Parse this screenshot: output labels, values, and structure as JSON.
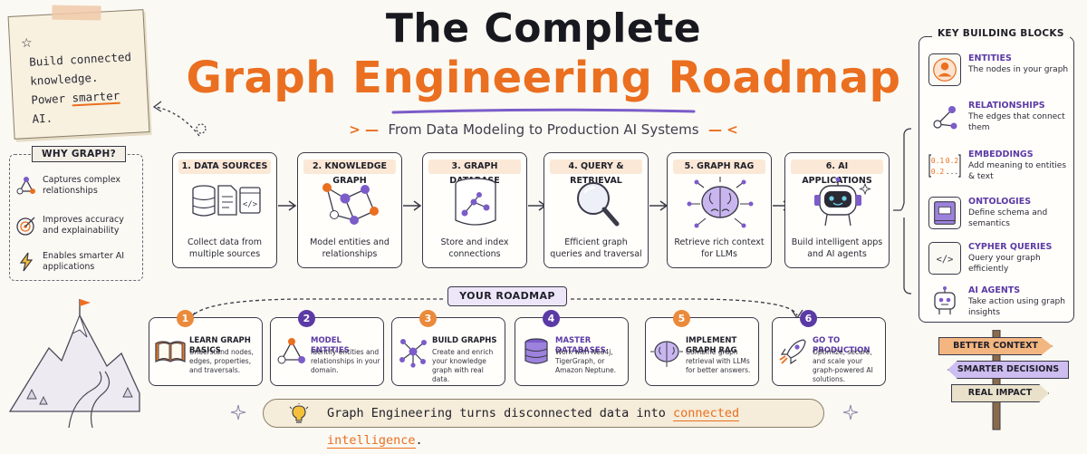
{
  "title": {
    "line1": "The Complete",
    "line2": "Graph Engineering Roadmap",
    "subtitle": "From Data Modeling to Production AI Systems"
  },
  "sticky": {
    "line1": "Build connected",
    "line2": "knowledge.",
    "line3_prefix": "Power ",
    "line3_emph": "smarter",
    "line4": "AI."
  },
  "why": {
    "title": "WHY GRAPH?",
    "items": [
      {
        "icon": "graph-nodes-icon",
        "text": "Captures complex relationships"
      },
      {
        "icon": "target-icon",
        "text": "Improves accuracy and explainability"
      },
      {
        "icon": "lightning-icon",
        "text": "Enables smarter AI applications"
      }
    ]
  },
  "pipeline": [
    {
      "label": "1. DATA SOURCES",
      "desc": "Collect data from multiple sources",
      "icon": "data-sources-icon"
    },
    {
      "label": "2. KNOWLEDGE GRAPH",
      "desc": "Model entities and relationships",
      "icon": "knowledge-graph-icon"
    },
    {
      "label": "3. GRAPH DATABASE",
      "desc": "Store and index connections",
      "icon": "graph-database-icon"
    },
    {
      "label": "4. QUERY & RETRIEVAL",
      "desc": "Efficient graph queries and traversal",
      "icon": "magnifier-icon"
    },
    {
      "label": "5. GRAPH RAG",
      "desc": "Retrieve rich context for LLMs",
      "icon": "brain-network-icon"
    },
    {
      "label": "6. AI APPLICATIONS",
      "desc": "Build intelligent apps and AI agents",
      "icon": "robot-icon"
    }
  ],
  "roadmap": {
    "tag": "YOUR ROADMAP",
    "steps": [
      {
        "num": "1",
        "title": "LEARN GRAPH BASICS",
        "desc": "Understand nodes, edges, properties, and traversals.",
        "icon": "book-icon"
      },
      {
        "num": "2",
        "title": "MODEL ENTITIES",
        "desc": "Identify entities and relationships in your domain.",
        "icon": "triangle-graph-icon"
      },
      {
        "num": "3",
        "title": "BUILD GRAPHS",
        "desc": "Create and enrich your knowledge graph with real data.",
        "icon": "hub-graph-icon"
      },
      {
        "num": "4",
        "title": "MASTER DATABASES",
        "desc": "Work with Neo4j, TigerGraph, or Amazon Neptune.",
        "icon": "database-icon"
      },
      {
        "num": "5",
        "title": "IMPLEMENT GRAPH RAG",
        "desc": "Combine graph retrieval with LLMs for better answers.",
        "icon": "brain-icon"
      },
      {
        "num": "6",
        "title": "GO TO PRODUCTION",
        "desc": "Optimize, secure, and scale your graph-powered AI solutions.",
        "icon": "rocket-icon"
      }
    ]
  },
  "tagline": {
    "prefix": "Graph Engineering turns disconnected data into ",
    "emph": "connected intelligence",
    "suffix": "."
  },
  "building_blocks": {
    "title": "KEY BUILDING BLOCKS",
    "items": [
      {
        "title": "ENTITIES",
        "desc": "The nodes in your graph",
        "icon": "person-icon"
      },
      {
        "title": "RELATIONSHIPS",
        "desc": "The edges that connect them",
        "icon": "edge-icon"
      },
      {
        "title": "EMBEDDINGS",
        "desc": "Add meaning to entities & text",
        "icon": "vector-icon",
        "vector": [
          "0.1",
          "0.2",
          "0.2",
          "..."
        ]
      },
      {
        "title": "ONTOLOGIES",
        "desc": "Define schema and semantics",
        "icon": "schema-book-icon"
      },
      {
        "title": "CYPHER QUERIES",
        "desc": "Query your graph efficiently",
        "icon": "code-icon",
        "code": "</>"
      },
      {
        "title": "AI AGENTS",
        "desc": "Take action using graph insights",
        "icon": "agent-robot-icon"
      }
    ]
  },
  "signs": [
    "BETTER CONTEXT",
    "SMARTER DECISIONS",
    "REAL IMPACT"
  ],
  "colors": {
    "orange": "#ea6f20",
    "purple": "#7b5cc9",
    "ink": "#1f1f2a"
  }
}
